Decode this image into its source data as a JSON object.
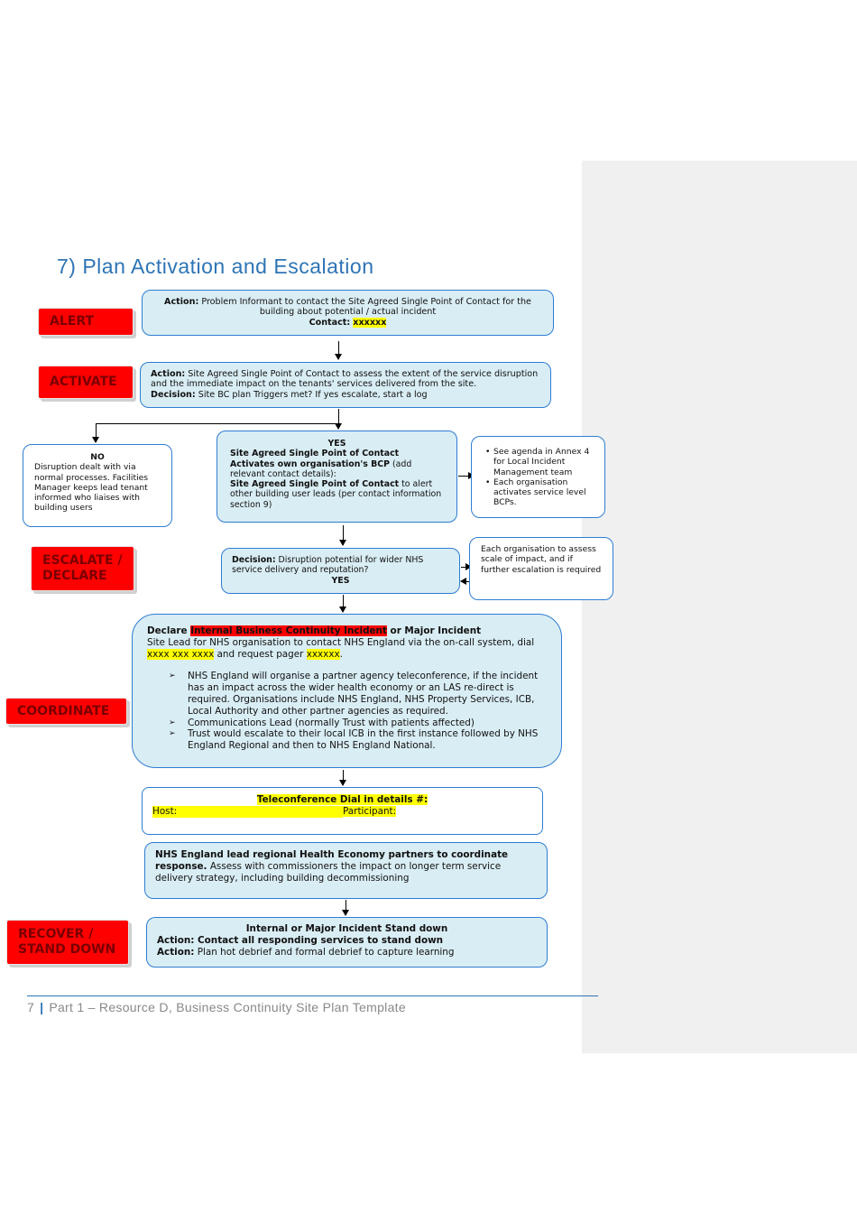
{
  "page": {
    "title": "7) Plan Activation and Escalation",
    "footer_page": "7",
    "footer_sep": "|",
    "footer_text": "Part 1 – Resource D, Business Continuity Site Plan Template"
  },
  "labels": {
    "alert": "ALERT",
    "activate": "ACTIVATE",
    "escalate": "ESCALATE / DECLARE",
    "coordinate": "COORDINATE",
    "recover": "RECOVER / STAND DOWN"
  },
  "alert_box": {
    "action_label": "Action:",
    "action_text": " Problem Informant to contact the Site Agreed Single Point of Contact for the building about potential / actual incident",
    "contact_label": "Contact:",
    "contact_value": "xxxxxx"
  },
  "activate_box": {
    "action_label": "Action:",
    "action_text": " Site Agreed Single Point of Contact to assess the extent of the service disruption and the immediate impact on the tenants' services delivered from the site.",
    "decision_label": "Decision:",
    "decision_text": " Site BC plan Triggers met? If yes escalate, start a log"
  },
  "no_box": {
    "heading": "NO",
    "text": "Disruption dealt with via normal processes. Facilities Manager keeps lead tenant informed who liaises with building users"
  },
  "yes_box": {
    "heading": "YES",
    "line1_bold": "Site Agreed Single Point of Contact Activates own organisation's BCP",
    "line1_text": " (add relevant contact details):",
    "line2_bold": "Site Agreed Single Point of Contact",
    "line2_text": " to alert other building user leads (per contact information section 9)"
  },
  "annex_box": {
    "items": [
      "See agenda in Annex 4 for Local Incident Management team",
      "Each organisation activates service level BCPs."
    ]
  },
  "decision_box": {
    "label": "Decision:",
    "text": " Disruption potential for wider NHS service delivery and reputation?",
    "answer": "YES"
  },
  "assess_box": {
    "text": "Each organisation to assess scale of impact, and if further escalation is required"
  },
  "declare_box": {
    "prefix": "Declare ",
    "highlight": "Internal Business Continuity Incident",
    "suffix": " or Major Incident",
    "line2": "Site Lead for NHS organisation to contact NHS England via the on-call system, dial ",
    "dial": "xxxx xxx xxxx",
    "line2b": " and request pager ",
    "pager": "xxxxxx",
    "line2c": ".",
    "bullets": [
      "NHS England will organise a partner agency teleconference, if the incident has an impact across the wider health economy or an LAS re-direct is required. Organisations include NHS England, NHS Property Services, ICB, Local Authority and other partner agencies as required.",
      "Communications Lead (normally Trust with patients affected)",
      "Trust would escalate to their local ICB in the first instance followed by NHS England Regional and then to NHS England National."
    ]
  },
  "telecon_box": {
    "heading": "Teleconference Dial in details #:",
    "host": "Host:",
    "participant": "Participant:"
  },
  "regional_box": {
    "bold": "NHS England lead regional Health Economy partners to coordinate response.",
    "text": " Assess with commissioners the impact on longer term service delivery strategy, including building decommissioning"
  },
  "standdown_box": {
    "heading": "Internal or Major Incident Stand down",
    "action1_label": "Action: ",
    "action1_text": "Contact all responding services to stand down",
    "action2_label": "Action:",
    "action2_text": " Plan hot debrief and formal debrief to capture learning"
  },
  "colors": {
    "box_border": "#2e7dd2",
    "box_fill": "#d9edf4",
    "label_fill": "#ff0000",
    "label_text": "#7a0000",
    "highlight_yellow": "#ffff00",
    "title": "#2e74b5"
  }
}
